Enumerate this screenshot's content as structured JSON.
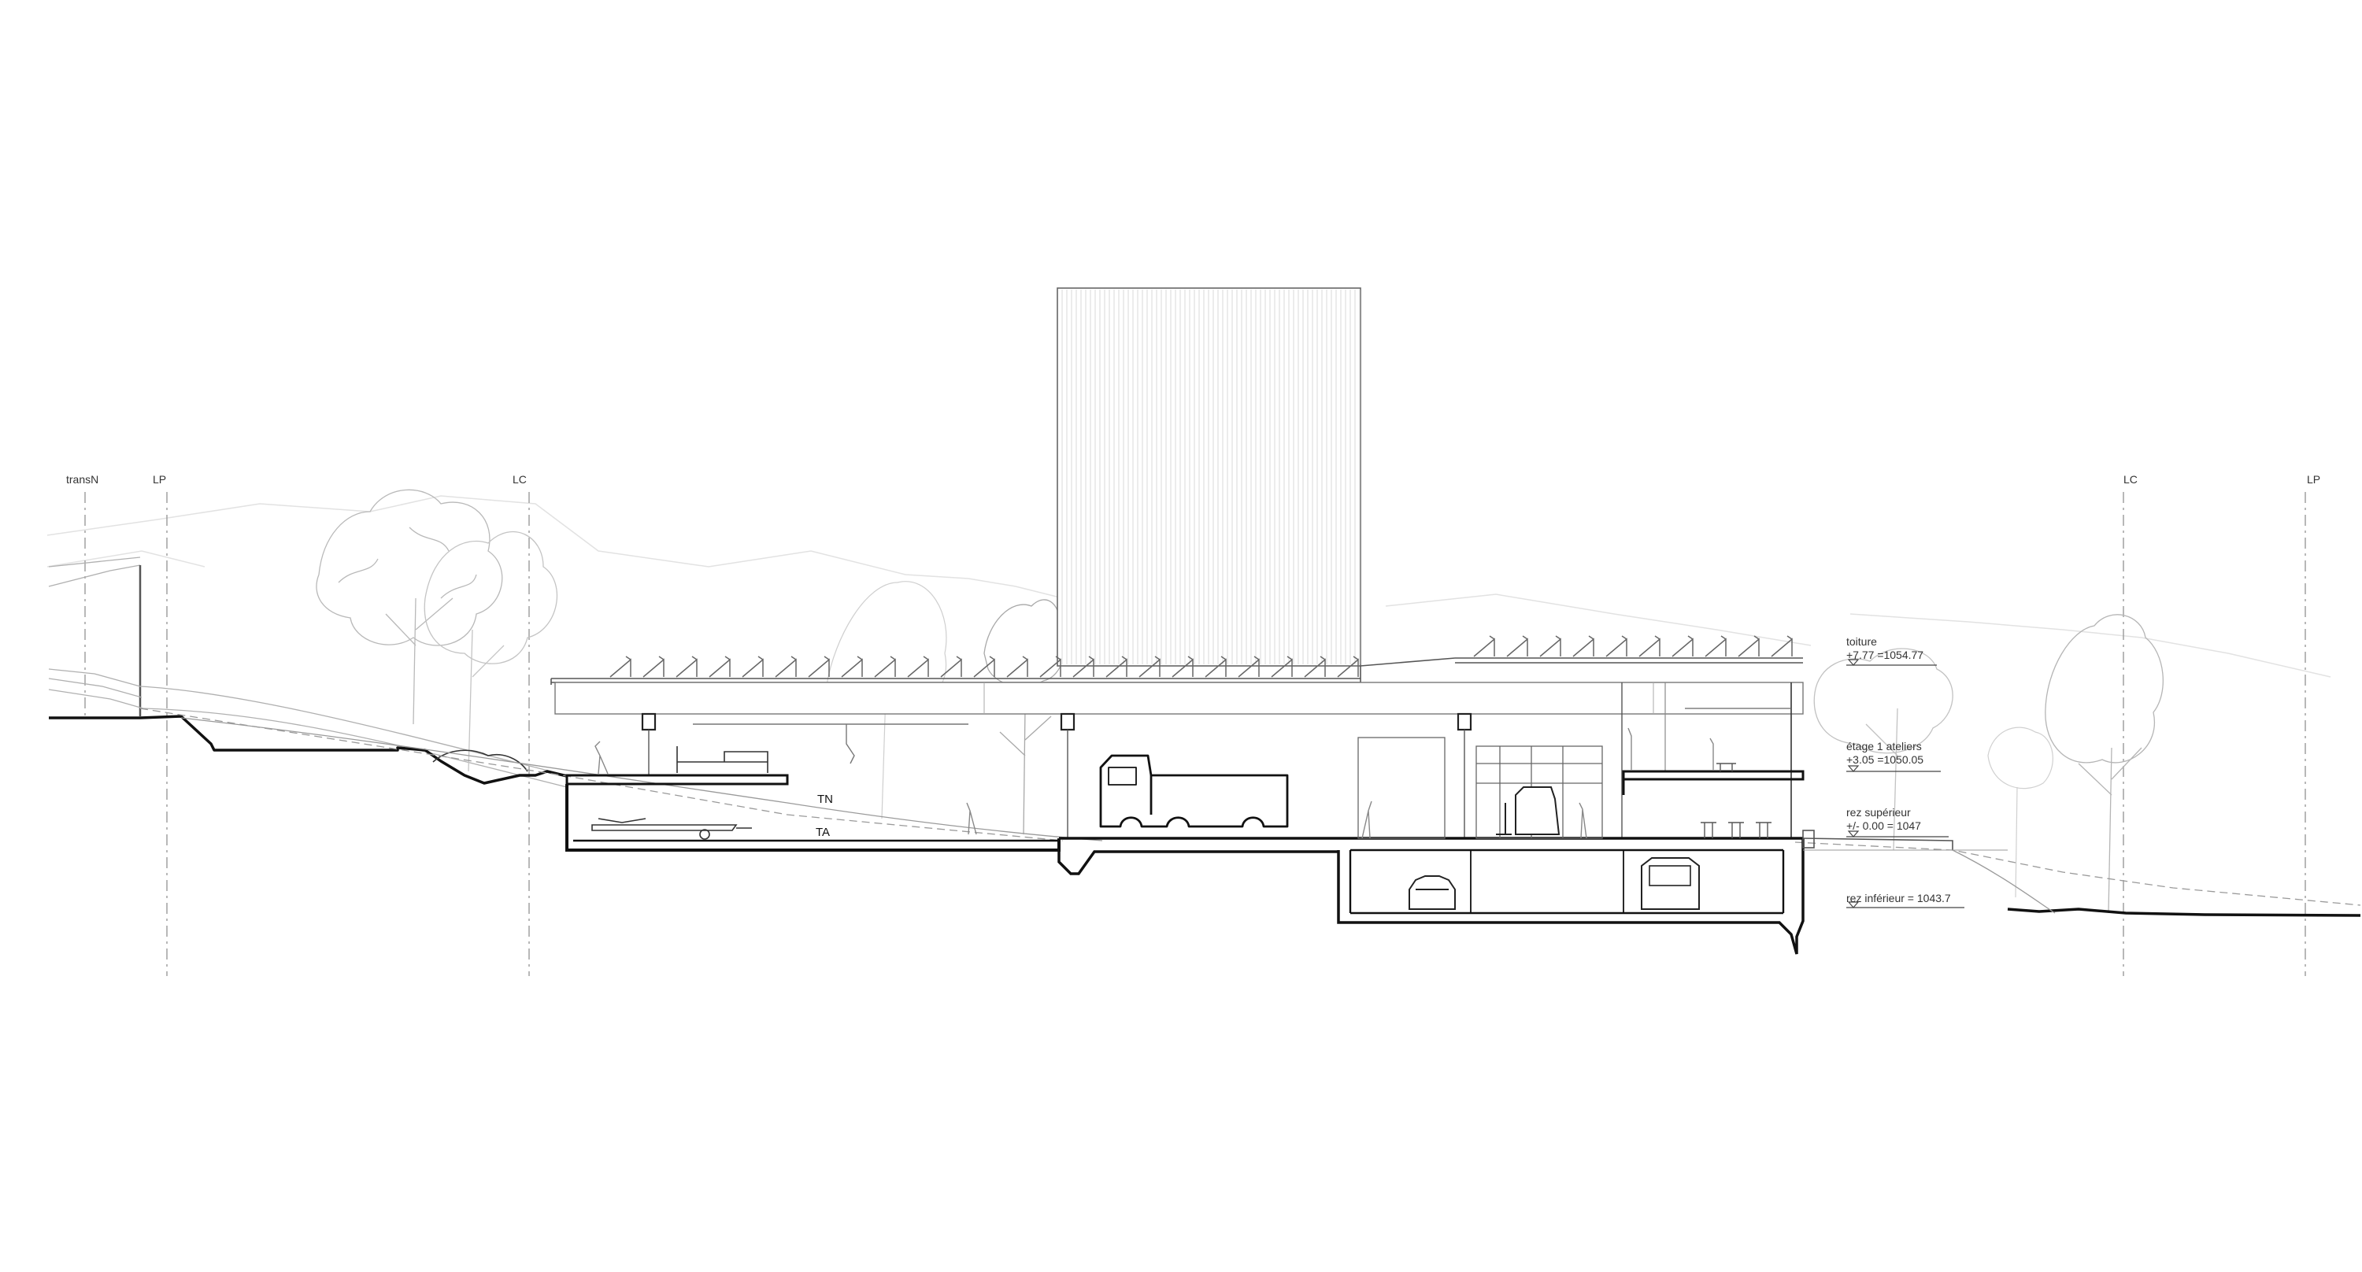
{
  "axes": {
    "left": [
      {
        "label": "transN"
      },
      {
        "label": "LP"
      },
      {
        "label": "LC"
      }
    ],
    "right": [
      {
        "label": "LC"
      },
      {
        "label": "LP"
      }
    ]
  },
  "levels": [
    {
      "name": "toiture",
      "value": "+7.77 =1054.77"
    },
    {
      "name": "étage 1 ateliers",
      "value": "+3.05 =1050.05"
    },
    {
      "name": "rez supérieur",
      "value": "+/- 0.00 = 1047"
    },
    {
      "name": "rez inférieur = 1043.7",
      "value": ""
    }
  ],
  "terrain": {
    "natural": "TN",
    "adjusted": "TA"
  },
  "colors": {
    "line": "#111111",
    "light": "#b5b5b5",
    "faint": "#dcdcdc"
  }
}
